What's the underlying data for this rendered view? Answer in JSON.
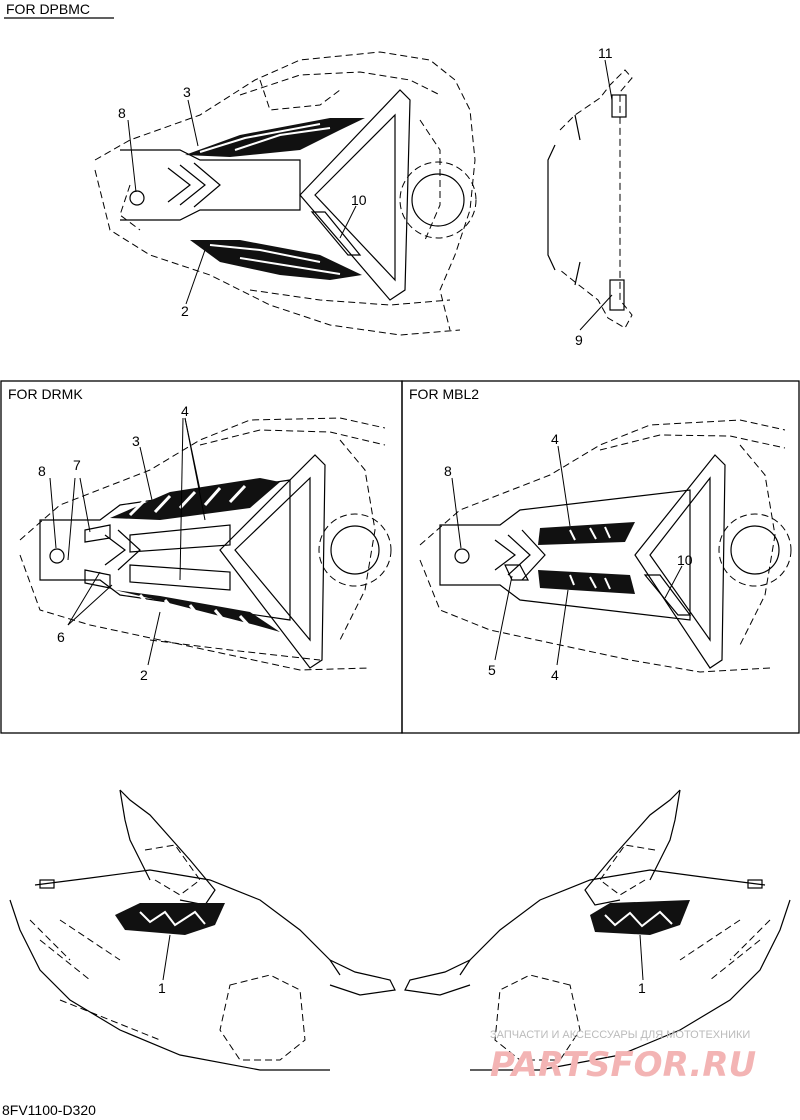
{
  "sections": {
    "dpbmc": "FOR DPBMC",
    "drmk": "FOR DRMK",
    "mbl2": "FOR MBL2"
  },
  "callouts": {
    "dpbmc": [
      "8",
      "3",
      "10",
      "2",
      "11",
      "9"
    ],
    "drmk": [
      "8",
      "7",
      "3",
      "4",
      "6",
      "2"
    ],
    "mbl2": [
      "8",
      "4",
      "10",
      "5",
      "4"
    ],
    "side": [
      "1",
      "1"
    ]
  },
  "watermark": {
    "tagline": "ЗАПЧАСТИ И АКСЕССУАРЫ ДЛЯ МОТОТЕХНИКИ",
    "brand_a": "PARTS",
    "brand_b": "FOR",
    "brand_c": ".RU",
    "brand_color": "#f3b4b4"
  },
  "diagram_code": "8FV1100-D320"
}
